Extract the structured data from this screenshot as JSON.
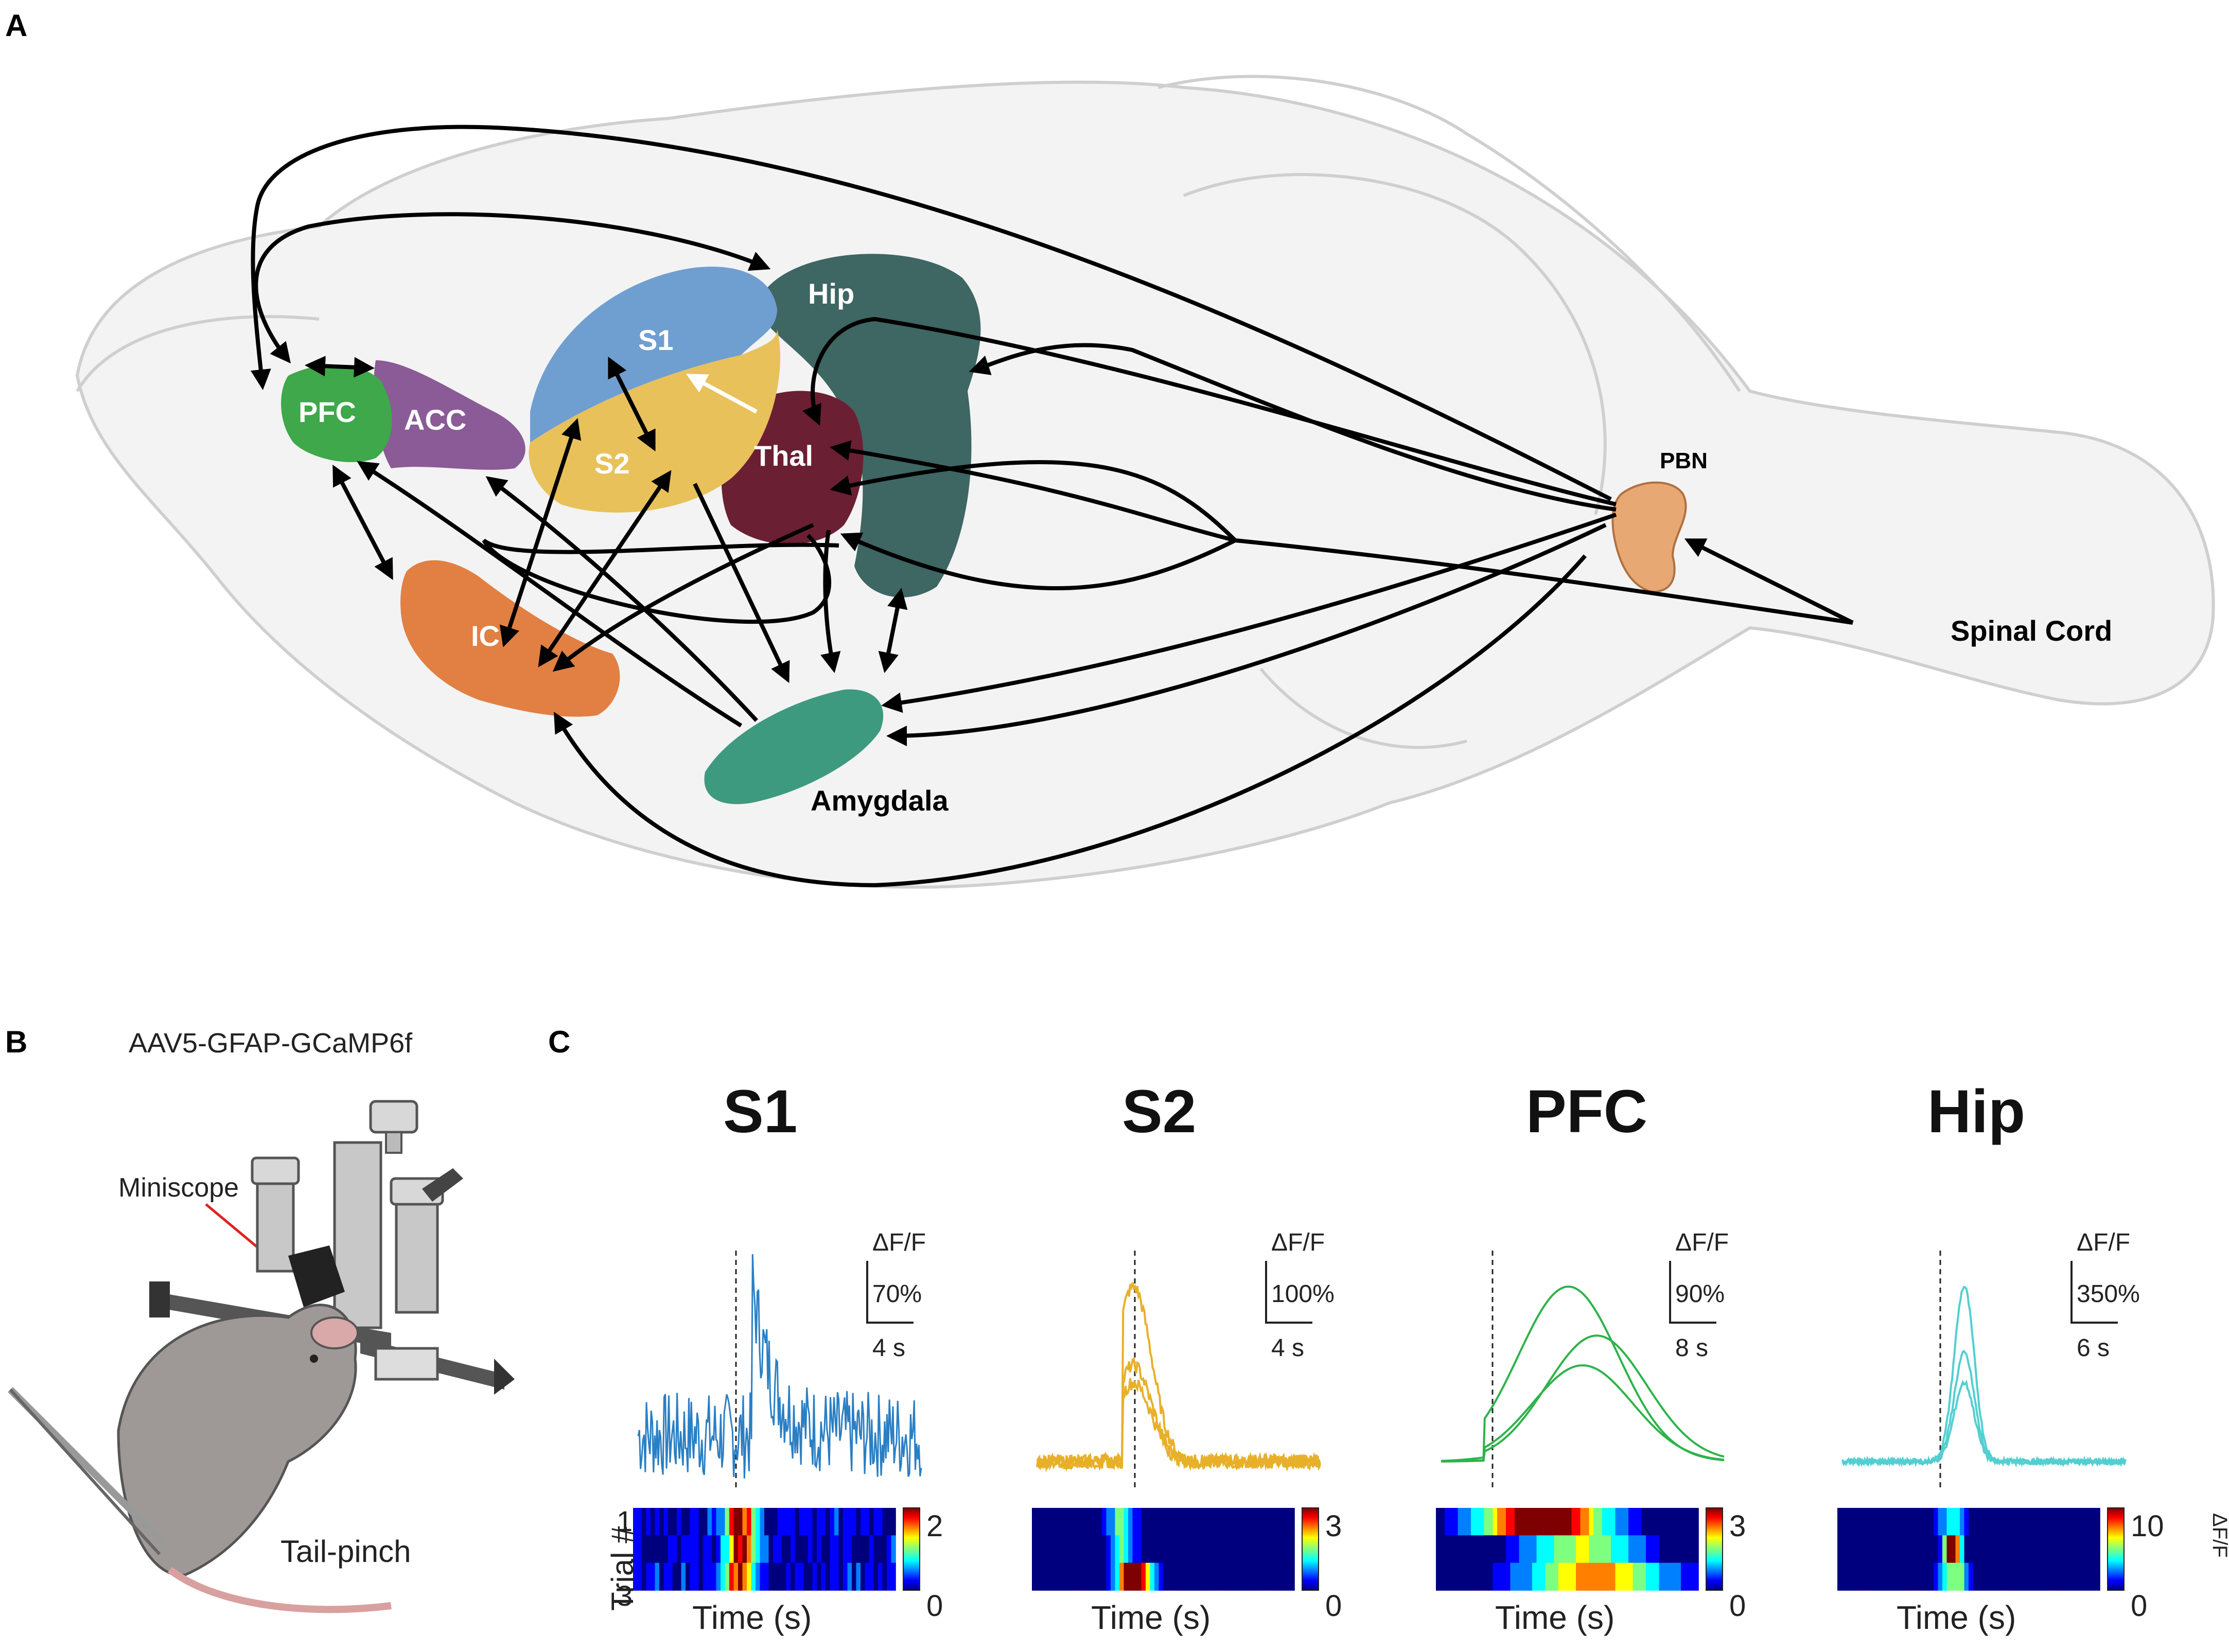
{
  "panels": {
    "a": "A",
    "b": "B",
    "c": "C"
  },
  "brain_regions": {
    "pfc": "PFC",
    "acc": "ACC",
    "s1": "S1",
    "s2": "S2",
    "hip": "Hip",
    "thal": "Thal",
    "ic": "IC",
    "amygdala": "Amygdala",
    "pbn": "PBN",
    "spinal_cord": "Spinal Cord"
  },
  "colors": {
    "pfc": "#3ea84a",
    "acc": "#8a5b96",
    "s1": "#6f9fd0",
    "s2": "#e8c15a",
    "hip": "#2f5a57",
    "thal": "#6b1f33",
    "ic": "#e27f43",
    "amygdala": "#3e9a7e",
    "pbn": "#e8a874",
    "trace_s1": "#2a7fc4",
    "trace_s2": "#e8b02a",
    "trace_pfc": "#2db34a",
    "trace_hip": "#52cfd0"
  },
  "setup": {
    "virus": "AAV5-GFAP-GCaMP6f",
    "miniscope": "Miniscope",
    "stimulus": "Tail-pinch"
  },
  "recordings": [
    {
      "region": "S1",
      "scale_unit": "ΔF/F",
      "scale_y": "70%",
      "scale_x": "4 s",
      "cbar_max": "2",
      "cbar_min": "0",
      "xlabel": "Time (s)",
      "trials": 3
    },
    {
      "region": "S2",
      "scale_unit": "ΔF/F",
      "scale_y": "100%",
      "scale_x": "4 s",
      "cbar_max": "3",
      "cbar_min": "0",
      "xlabel": "Time (s)",
      "trials": 3
    },
    {
      "region": "PFC",
      "scale_unit": "ΔF/F",
      "scale_y": "90%",
      "scale_x": "8 s",
      "cbar_max": "3",
      "cbar_min": "0",
      "xlabel": "Time (s)",
      "trials": 3
    },
    {
      "region": "Hip",
      "scale_unit": "ΔF/F",
      "scale_y": "350%",
      "scale_x": "6 s",
      "cbar_max": "10",
      "cbar_min": "0",
      "xlabel": "Time (s)",
      "trials": 3
    }
  ],
  "heatmap_ylabel": "Trial #",
  "heatmap_ticks": [
    "1",
    "3"
  ],
  "colorbar_label": "ΔF/F"
}
